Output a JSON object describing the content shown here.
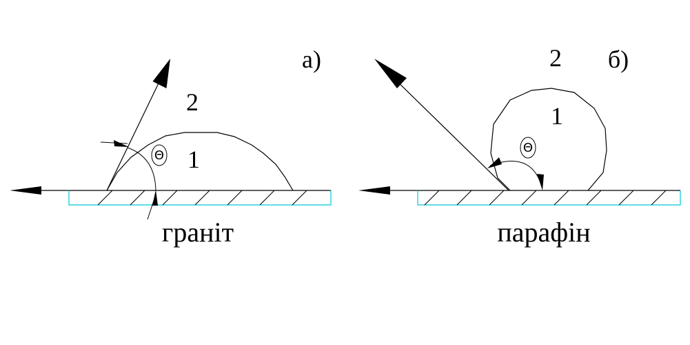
{
  "panel_a": {
    "letter": "а)",
    "medium_1": "1",
    "medium_2": "2",
    "material": "граніт",
    "angle_symbol": "Θ"
  },
  "panel_b": {
    "letter": "б)",
    "medium_1": "1",
    "medium_2": "2",
    "material": "парафін",
    "angle_symbol": "Θ"
  },
  "colors": {
    "line": "#000000",
    "substrate_outline": "#00c8d8",
    "background": "#ffffff"
  }
}
